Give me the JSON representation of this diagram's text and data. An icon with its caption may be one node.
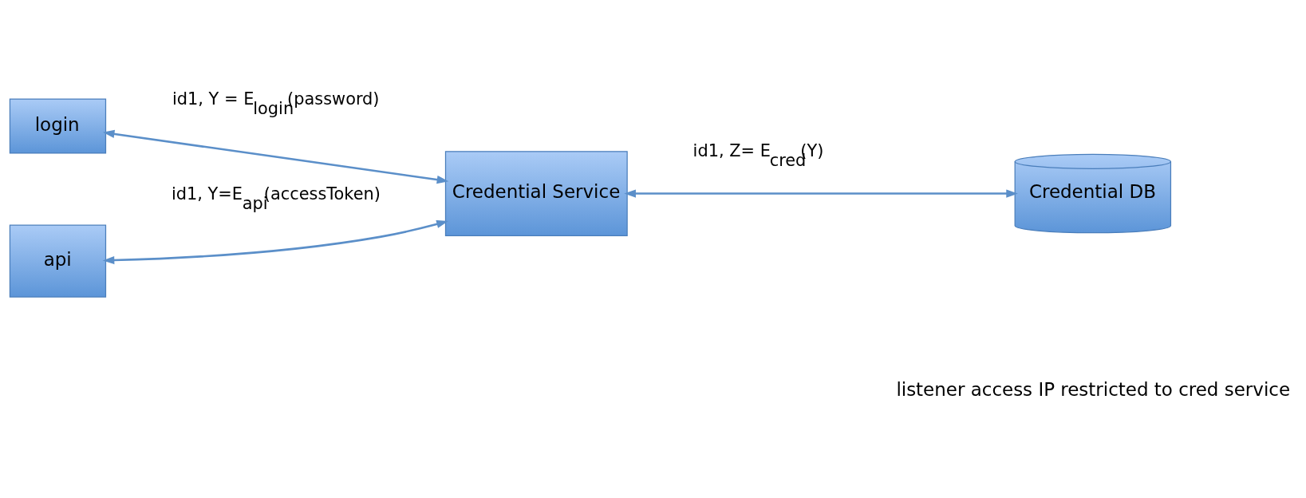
{
  "diagram": {
    "nodes": [
      {
        "text": [
          "login"
        ]
      },
      {
        "text": [
          "api"
        ]
      },
      {
        "text": [
          "Credential Service"
        ]
      },
      {
        "text": [
          "Credential DB"
        ]
      }
    ],
    "edges": [
      {
        "from": 2,
        "to": 0,
        "arrow": "both",
        "label": "id1, Y = E$_{login}$(password)"
      },
      {
        "from": 2,
        "to": 1,
        "arrow": "both",
        "label": "id1, Y=E$_{api}$(accessToken)"
      },
      {
        "from": 2,
        "to": 3,
        "arrow": "both",
        "label": "id1, Z= E$_{cred}$(Y)"
      }
    ],
    "labels": [
      "listener access IP restricted to cred service"
    ]
  }
}
